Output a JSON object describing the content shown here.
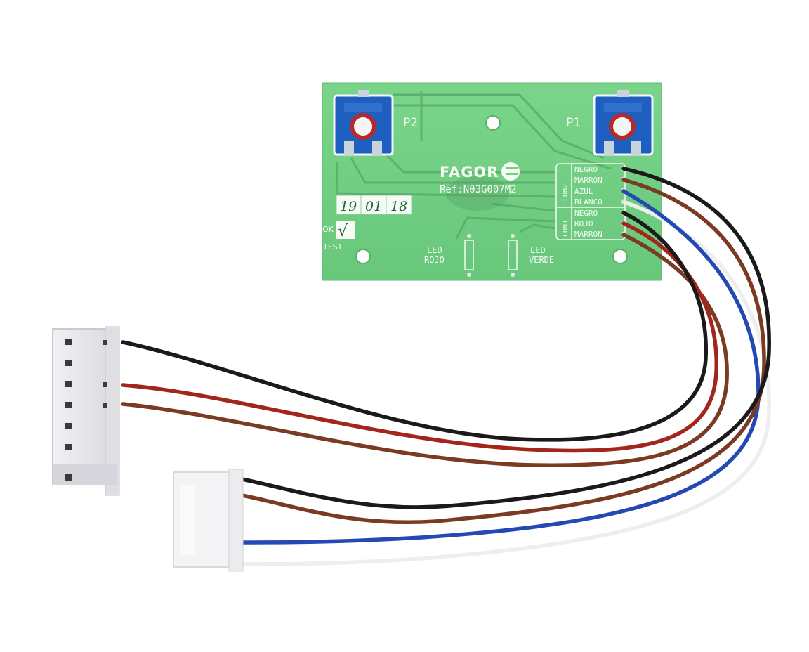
{
  "board": {
    "pot_left_label": "P2",
    "pot_right_label": "P1",
    "brand": "FAGOR",
    "ref": "Ref:N03G007M2",
    "date_digits": [
      "19",
      "01",
      "18"
    ],
    "ok_label": "OK",
    "check_mark": "√",
    "test_label": "TEST",
    "led_left_line1": "LED",
    "led_left_line2": "ROJO",
    "led_right_line1": "LED",
    "led_right_line2": "VERDE",
    "con2_label": "CON2",
    "con1_label": "CON1",
    "con2_pins": [
      "NEGRO",
      "MARRON",
      "AZUL",
      "BLANCO"
    ],
    "con1_pins": [
      "NEGRO",
      "ROJO",
      "MARRON"
    ]
  },
  "colors": {
    "pcb": "#6fcf82",
    "pcb_trace": "#5bb56e",
    "pot_body": "#1f5fbf",
    "wire_black": "#1a1a1a",
    "wire_brown": "#7a3b22",
    "wire_red": "#a3261c",
    "wire_blue": "#2449b3",
    "wire_white": "#f2f2f2",
    "connector": "#e6e6ea"
  }
}
